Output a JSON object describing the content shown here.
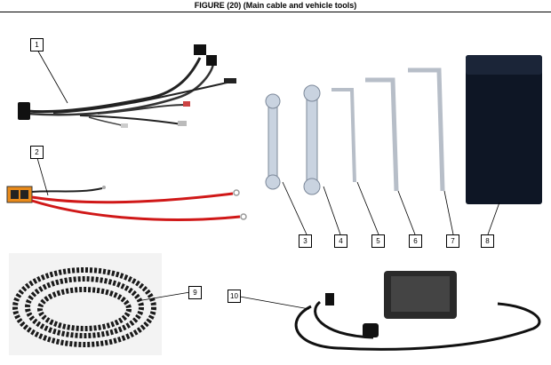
{
  "figure": {
    "title": "FIGURE (20) (Main cable and vehicle tools)"
  },
  "callouts": [
    "1",
    "2",
    "3",
    "4",
    "5",
    "6",
    "7",
    "8",
    "9",
    "10"
  ]
}
